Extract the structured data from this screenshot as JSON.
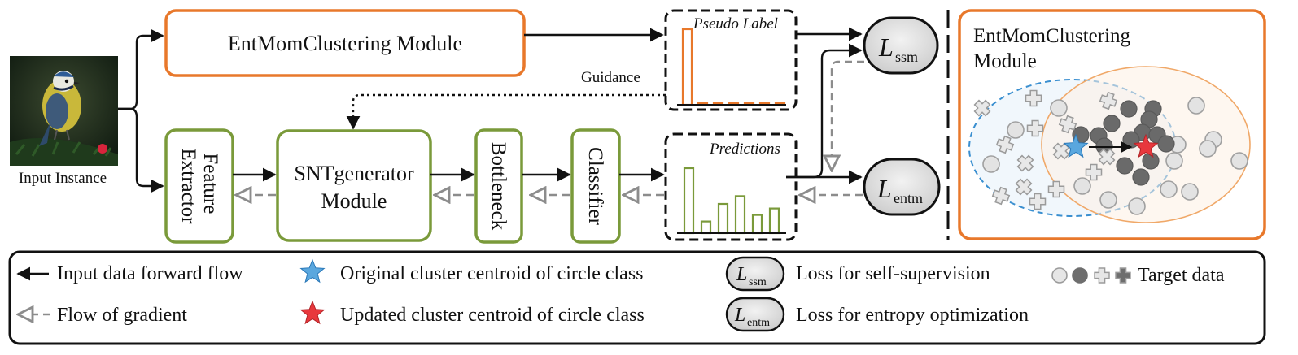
{
  "input": {
    "label": "Input Instance"
  },
  "modules": {
    "clustering": "EntMomClustering Module",
    "feature_line1": "Feature",
    "feature_line2": "Extractor",
    "snt_line1": "SNTgenerator",
    "snt_line2": "Module",
    "bottleneck": "Bottleneck",
    "classifier": "Classifier"
  },
  "panels": {
    "pseudo_label": "Pseudo Label",
    "predictions": "Predictions",
    "guidance": "Guidance"
  },
  "losses": {
    "ssm_symbol": "L",
    "ssm_sub": "ssm",
    "entm_symbol": "L",
    "entm_sub": "entm"
  },
  "right_panel": {
    "title_line1": "EntMomClustering",
    "title_line2": "Module"
  },
  "legend": {
    "forward": "Input data forward flow",
    "gradient": "Flow of gradient",
    "original": "Original cluster centroid of circle class",
    "updated": "Updated cluster centroid of circle class",
    "ssm_desc": "Loss for self-supervision",
    "entm_desc": "Loss for entropy optimization",
    "target": "Target data"
  },
  "histograms": {
    "pseudo": [
      1.0,
      0.02,
      0.02,
      0.02,
      0.02,
      0.02,
      0.02
    ],
    "predictions": [
      1.0,
      0.18,
      0.45,
      0.57,
      0.28,
      0.38
    ]
  },
  "colors": {
    "orange": "#e8782b",
    "green": "#7a9a3a",
    "blue": "#3a8fd0",
    "star_blue": "#5aa7de",
    "star_red": "#e8383d",
    "gray_arrow": "#8c8c8c"
  }
}
